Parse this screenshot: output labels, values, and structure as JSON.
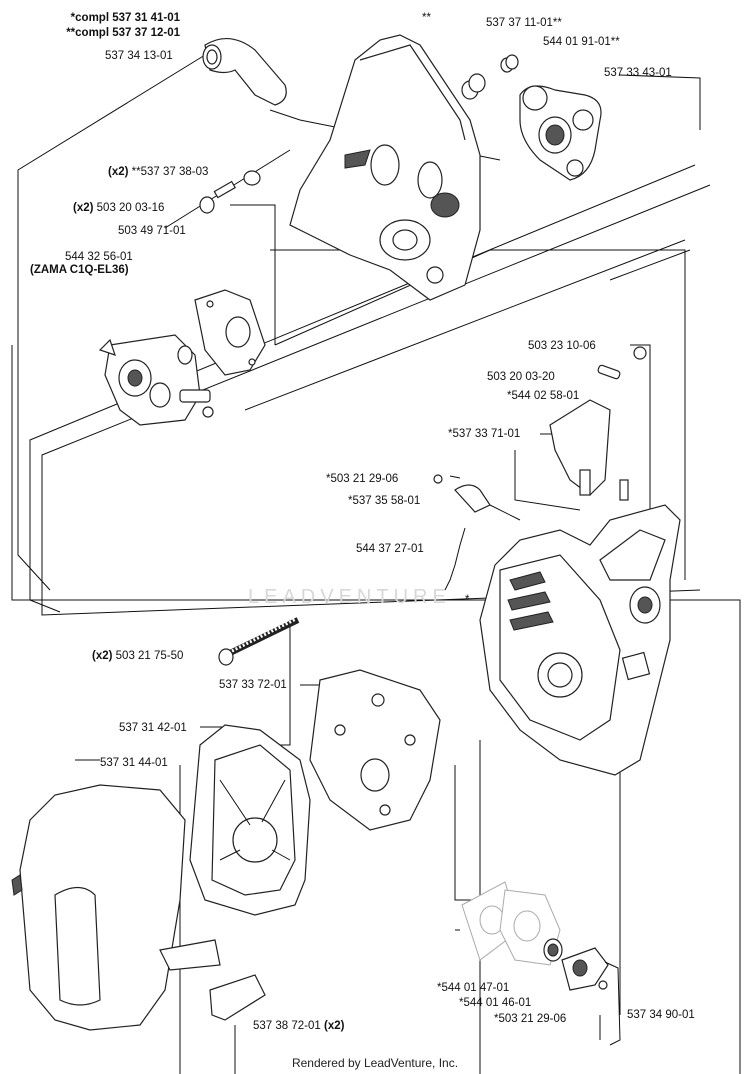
{
  "labels": {
    "l01": "*compl 537 31 41-01",
    "l02": "**compl 537 37 12-01",
    "l03": "537 34 13-01",
    "l04": "**",
    "l05": "537 37 11-01**",
    "l06": "544 01 91-01**",
    "l07": "537 33 43-01",
    "l08_q": "(x2)",
    "l08": "**537 37 38-03",
    "l09_q": "(x2)",
    "l09": "503 20 03-16",
    "l10": "503 49 71-01",
    "l11": "544 32 56-01",
    "l12": "(ZAMA C1Q-EL36)",
    "l13": "503 23 10-06",
    "l14": "503 20 03-20",
    "l15": "*544 02 58-01",
    "l16": "*537 33 71-01",
    "l17": "*503 21 29-06",
    "l18": "*537 35 58-01",
    "l19": "544 37 27-01",
    "l20": "*",
    "l21_q": "(x2)",
    "l21": "503 21 75-50",
    "l22": "537 33 72-01",
    "l23": "537 31 42-01",
    "l24": "537 31 44-01",
    "l25": "537 38 72-01",
    "l25_q": "(x2)",
    "l26": "*544 01 47-01",
    "l27": "*544 01 46-01",
    "l28": "*503 21 29-06",
    "l29": "537 34 90-01"
  },
  "watermark": "LEADVENTURE",
  "footer": "Rendered by LeadVenture, Inc."
}
